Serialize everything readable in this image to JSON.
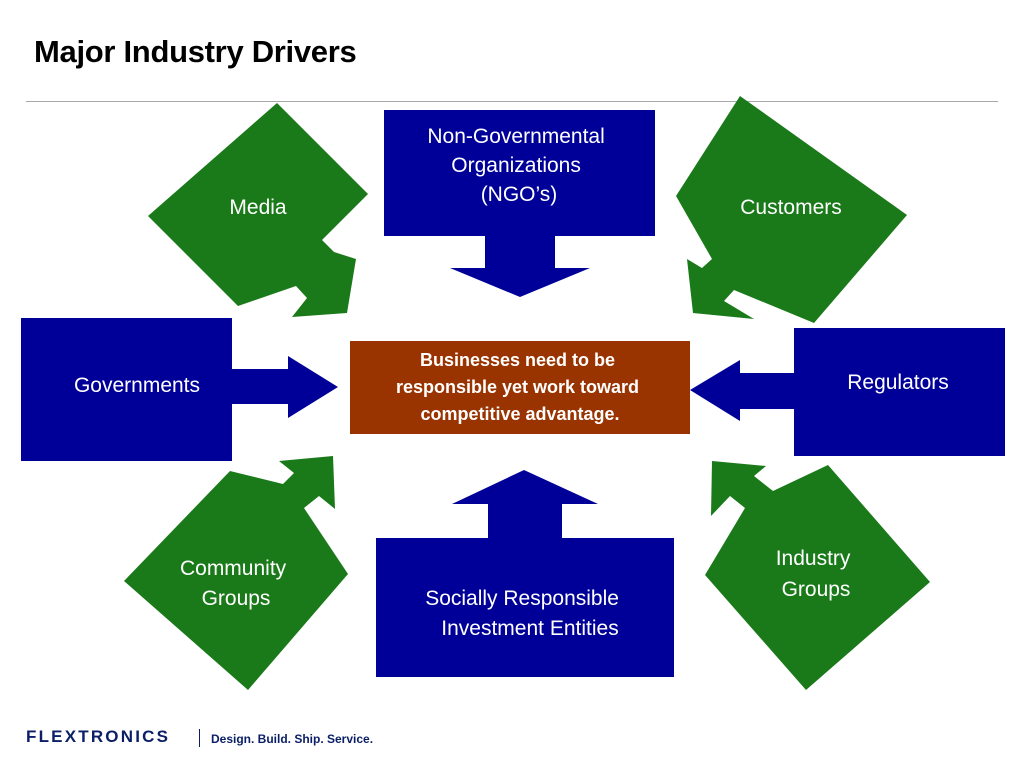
{
  "slide": {
    "title": "Major Industry Drivers"
  },
  "colors": {
    "driver_box": "#000099",
    "driver_diamond": "#1a7a1a",
    "center_box": "#993300",
    "footer_brand": "#0a1f66"
  },
  "center": {
    "lines": [
      "Businesses need to be",
      "responsible yet work toward",
      "competitive advantage."
    ]
  },
  "drivers": {
    "ngo": {
      "lines": [
        "Non-Governmental",
        "Organizations",
        "(NGO’s)"
      ]
    },
    "media": {
      "lines": [
        "Media"
      ]
    },
    "customers": {
      "lines": [
        "Customers"
      ]
    },
    "governments": {
      "lines": [
        "Governments"
      ]
    },
    "regulators": {
      "lines": [
        "Regulators"
      ]
    },
    "community": {
      "lines": [
        "Community",
        "Groups"
      ]
    },
    "sri": {
      "lines": [
        "Socially Responsible",
        "Investment Entities"
      ]
    },
    "industry": {
      "lines": [
        "Industry",
        "Groups"
      ]
    }
  },
  "footer": {
    "brand": "FLEXTRONICS",
    "tagline": "Design. Build. Ship. Service."
  }
}
